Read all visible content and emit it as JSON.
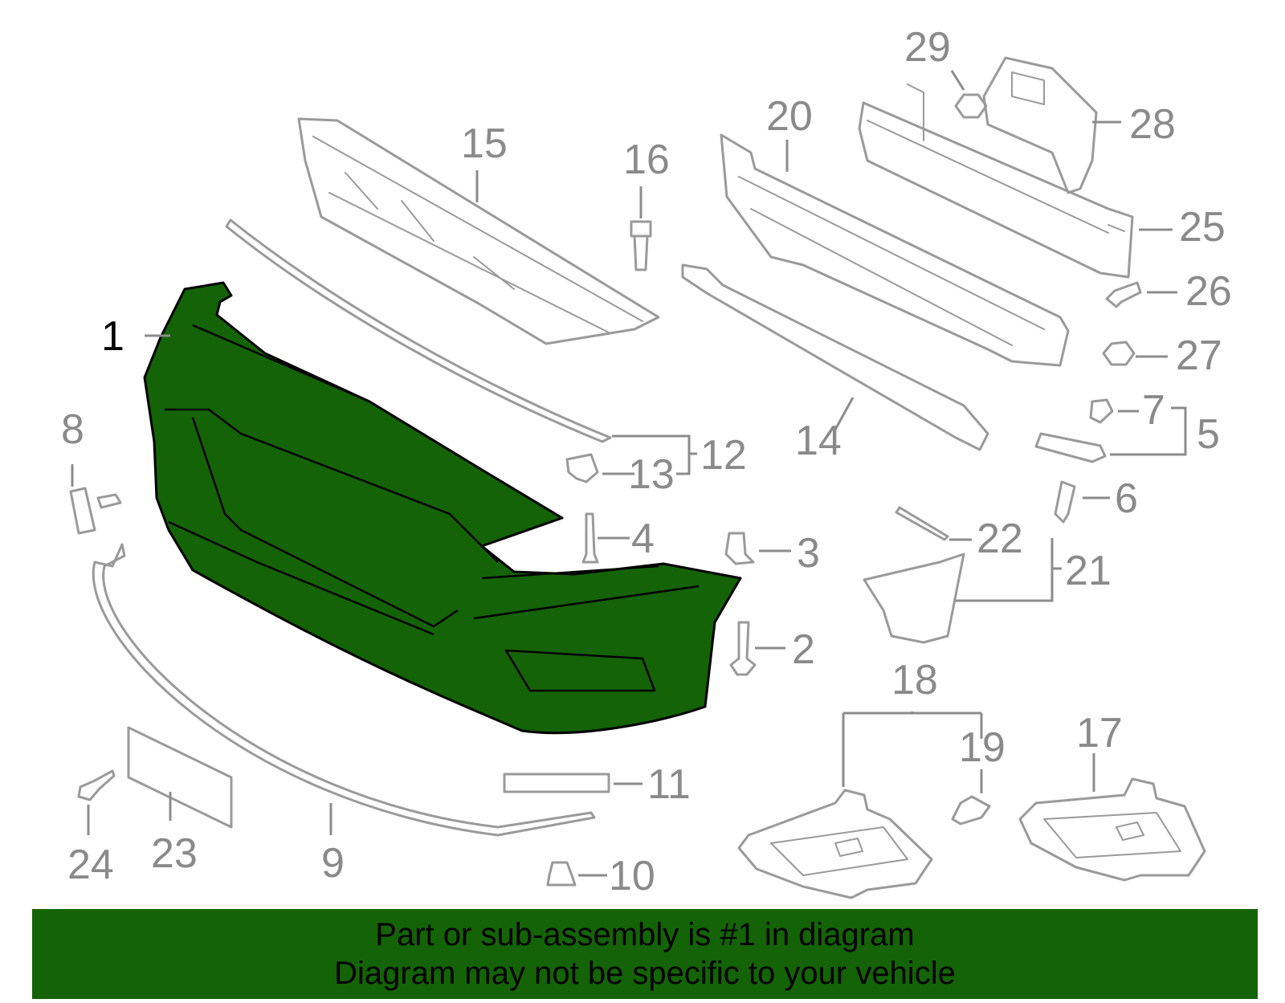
{
  "colors": {
    "highlight": "#146306",
    "parts": "#9a9a9a",
    "banner": "#146306"
  },
  "callouts": {
    "c1": "1",
    "c2": "2",
    "c3": "3",
    "c4": "4",
    "c5": "5",
    "c6": "6",
    "c7": "7",
    "c8": "8",
    "c9": "9",
    "c10": "10",
    "c11": "11",
    "c12": "12",
    "c13": "13",
    "c14": "14",
    "c15": "15",
    "c16": "16",
    "c17": "17",
    "c18": "18",
    "c19": "19",
    "c20": "20",
    "c21": "21",
    "c22": "22",
    "c23": "23",
    "c24": "24",
    "c25": "25",
    "c26": "26",
    "c27": "27",
    "c28": "28",
    "c29": "29"
  },
  "banner": {
    "line1": "Part or sub-assembly is #1 in diagram",
    "line2": "Diagram may not be specific to your vehicle"
  }
}
